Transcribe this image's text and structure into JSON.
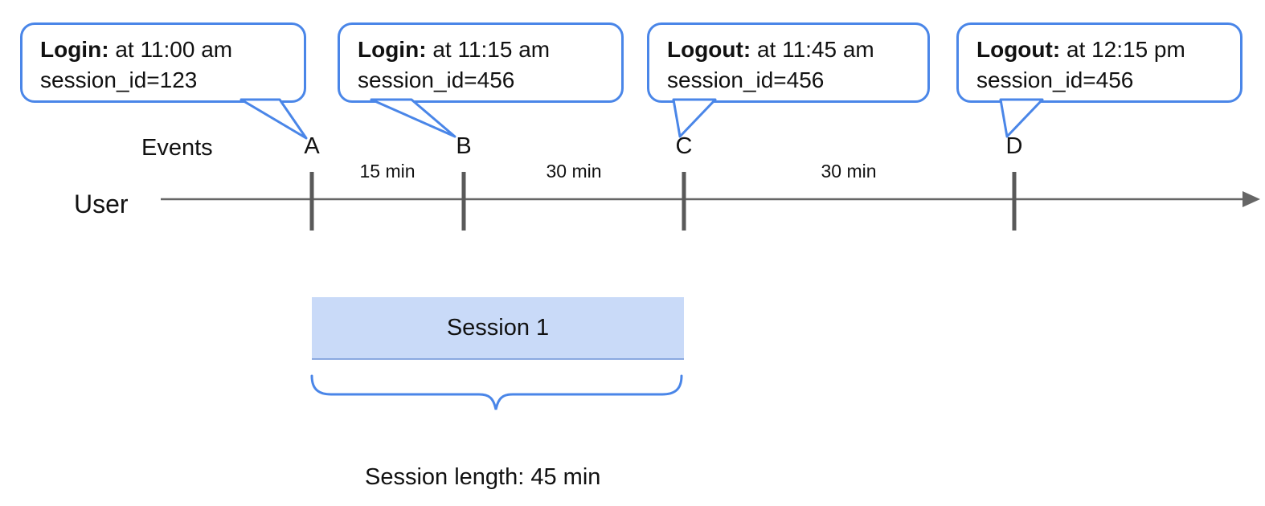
{
  "diagram": {
    "events_label": "Events",
    "user_label": "User",
    "callouts": [
      {
        "title": "Login:",
        "time": "at 11:00 am",
        "session": "session_id=123",
        "marker": "A"
      },
      {
        "title": "Login:",
        "time": "at 11:15 am",
        "session": "session_id=456",
        "marker": "B"
      },
      {
        "title": "Logout:",
        "time": "at 11:45 am",
        "session": "session_id=456",
        "marker": "C"
      },
      {
        "title": "Logout:",
        "time": "at 12:15 pm",
        "session": "session_id=456",
        "marker": "D"
      }
    ],
    "intervals": [
      {
        "label": "15 min"
      },
      {
        "label": "30 min"
      },
      {
        "label": "30 min"
      }
    ],
    "session_box": {
      "label": "Session 1"
    },
    "session_length_label": "Session length: 45 min",
    "colors": {
      "accent_blue": "#4a86e8",
      "session_fill": "#c9daf8",
      "timeline_gray": "#666666",
      "tick_gray": "#595959"
    }
  }
}
